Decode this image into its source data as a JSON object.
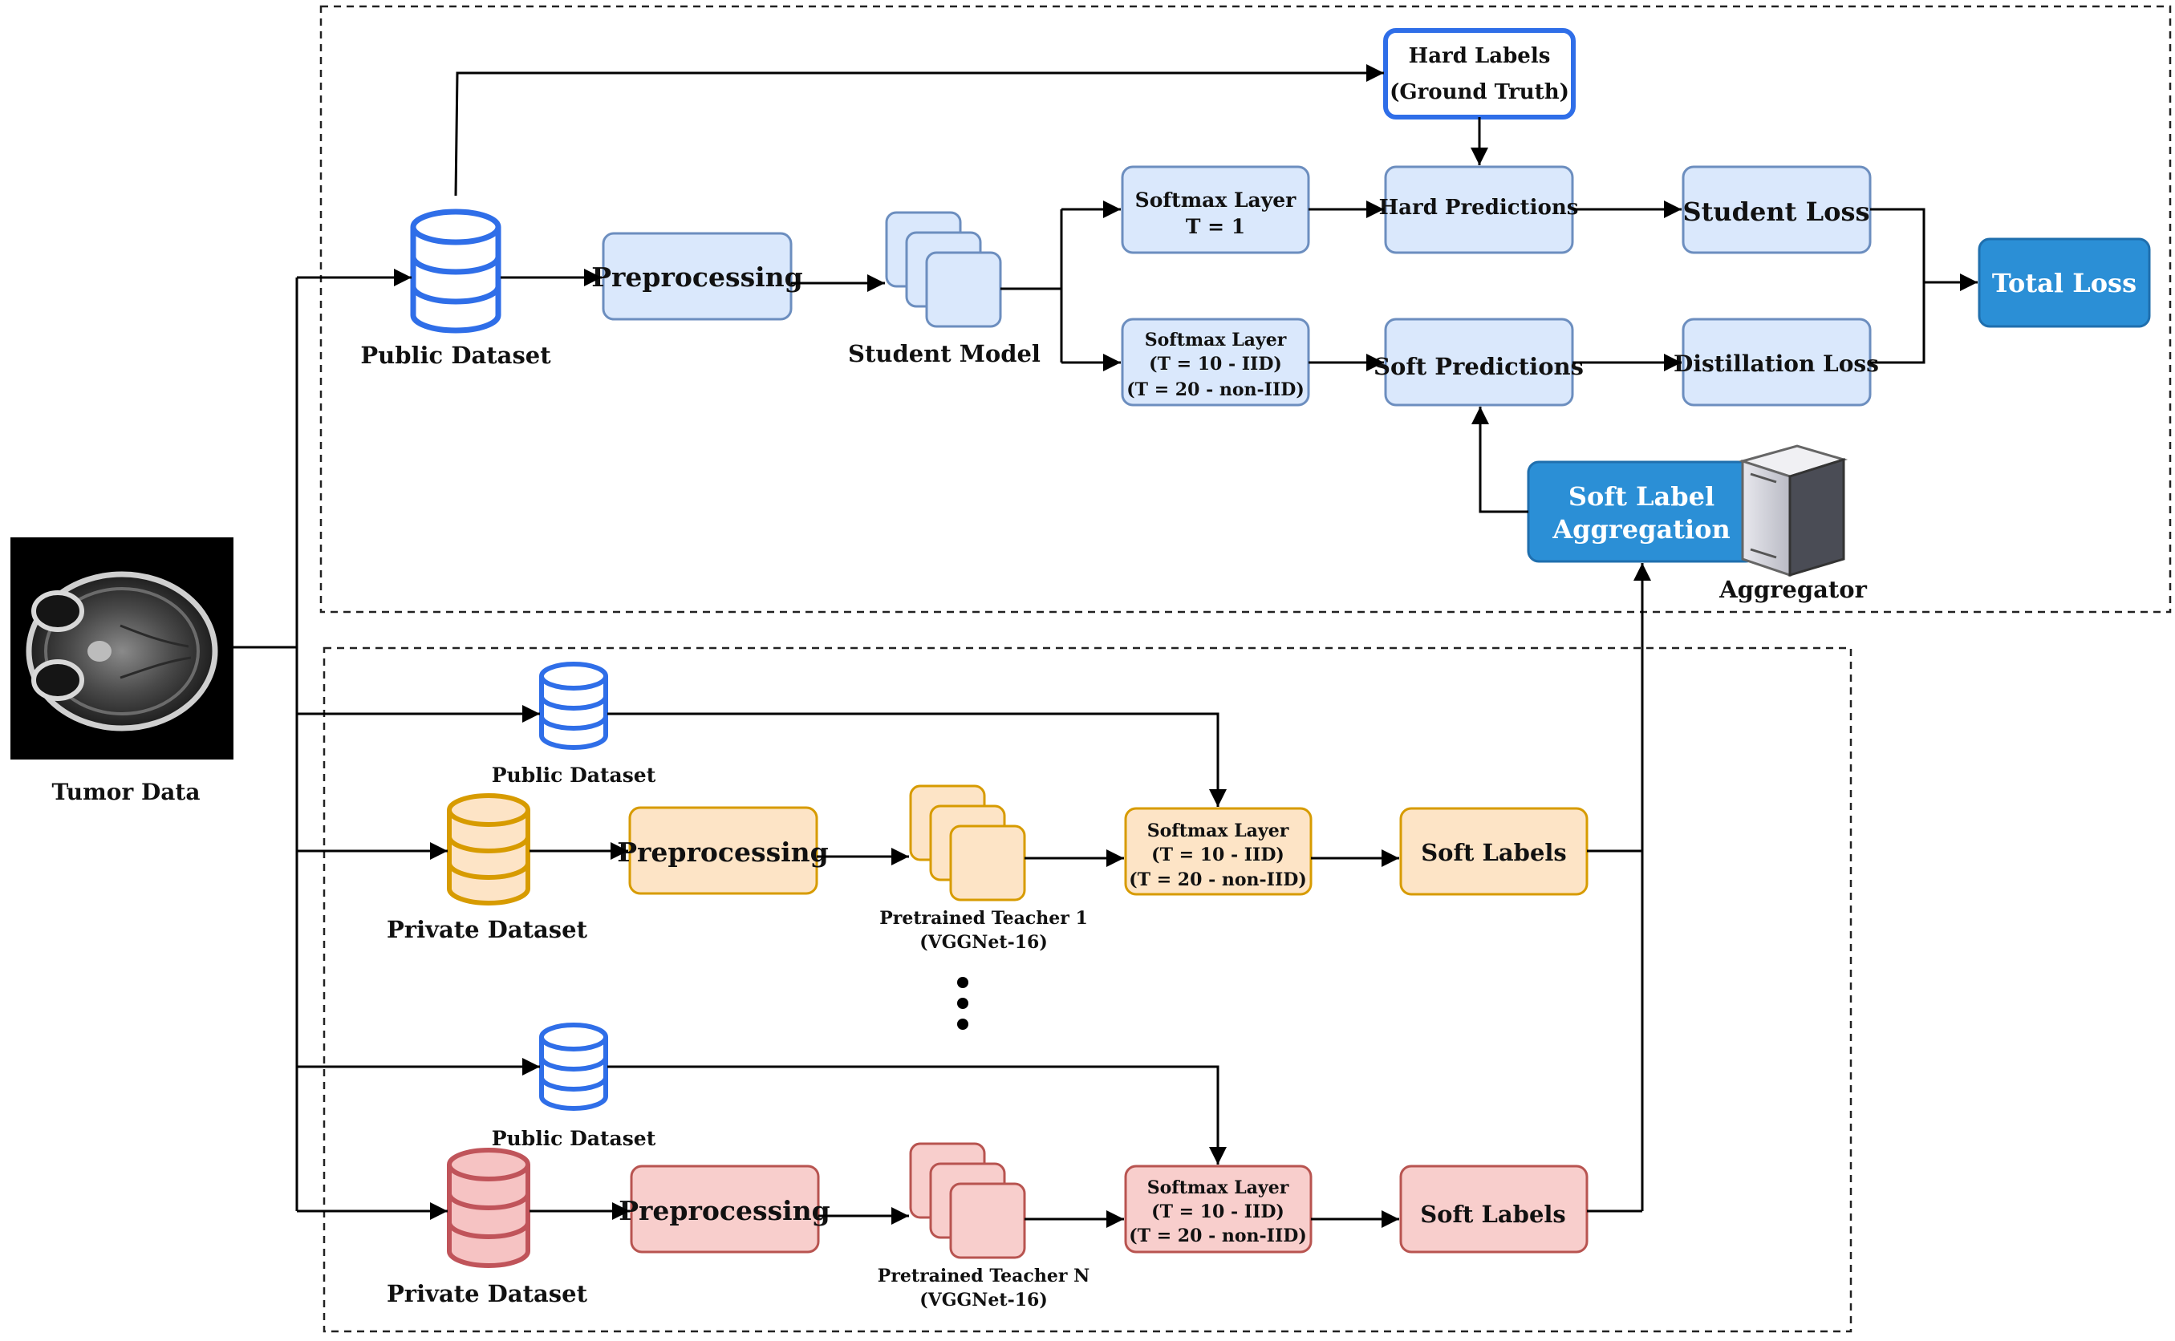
{
  "colors": {
    "blue_fill": "#dae8fc",
    "blue_stroke": "#6c8ebf",
    "db_blue": "#2f6ee8",
    "accent_fill": "#2b8fd6",
    "accent_stroke": "#1f6fae",
    "orange_fill": "#fde4c6",
    "orange_stroke": "#d79b00",
    "red_fill": "#f8cecc",
    "red_stroke": "#b85450",
    "db_red_fill": "#f6c3c3",
    "db_red_stroke": "#c0545a"
  },
  "input": {
    "label": "Tumor Data"
  },
  "server": {
    "public_dataset": "Public Dataset",
    "preprocessing": "Preprocessing",
    "student_model": "Student Model",
    "hard_labels": [
      "Hard Labels",
      "(Ground Truth)"
    ],
    "softmax_t1": [
      "Softmax Layer",
      "T = 1"
    ],
    "softmax_soft": [
      "Softmax Layer",
      "(T = 10 - IID)",
      "(T = 20 - non-IID)"
    ],
    "hard_predictions": "Hard Predictions",
    "soft_predictions": "Soft Predictions",
    "student_loss": "Student Loss",
    "distillation_loss": "Distillation Loss",
    "total_loss": "Total Loss",
    "soft_label_aggregation": [
      "Soft Label",
      "Aggregation"
    ],
    "aggregator": "Aggregator"
  },
  "client_1": {
    "public_dataset": "Public Dataset",
    "private_dataset": "Private Dataset",
    "preprocessing": "Preprocessing",
    "teacher": [
      "Pretrained Teacher 1",
      "(VGGNet-16)"
    ],
    "softmax": [
      "Softmax Layer",
      "(T = 10 - IID)",
      "(T = 20 - non-IID)"
    ],
    "soft_labels": "Soft Labels"
  },
  "client_n": {
    "public_dataset": "Public Dataset",
    "private_dataset": "Private Dataset",
    "preprocessing": "Preprocessing",
    "teacher": [
      "Pretrained Teacher N",
      "(VGGNet-16)"
    ],
    "softmax": [
      "Softmax Layer",
      "(T = 10 - IID)",
      "(T = 20 - non-IID)"
    ],
    "soft_labels": "Soft Labels"
  }
}
